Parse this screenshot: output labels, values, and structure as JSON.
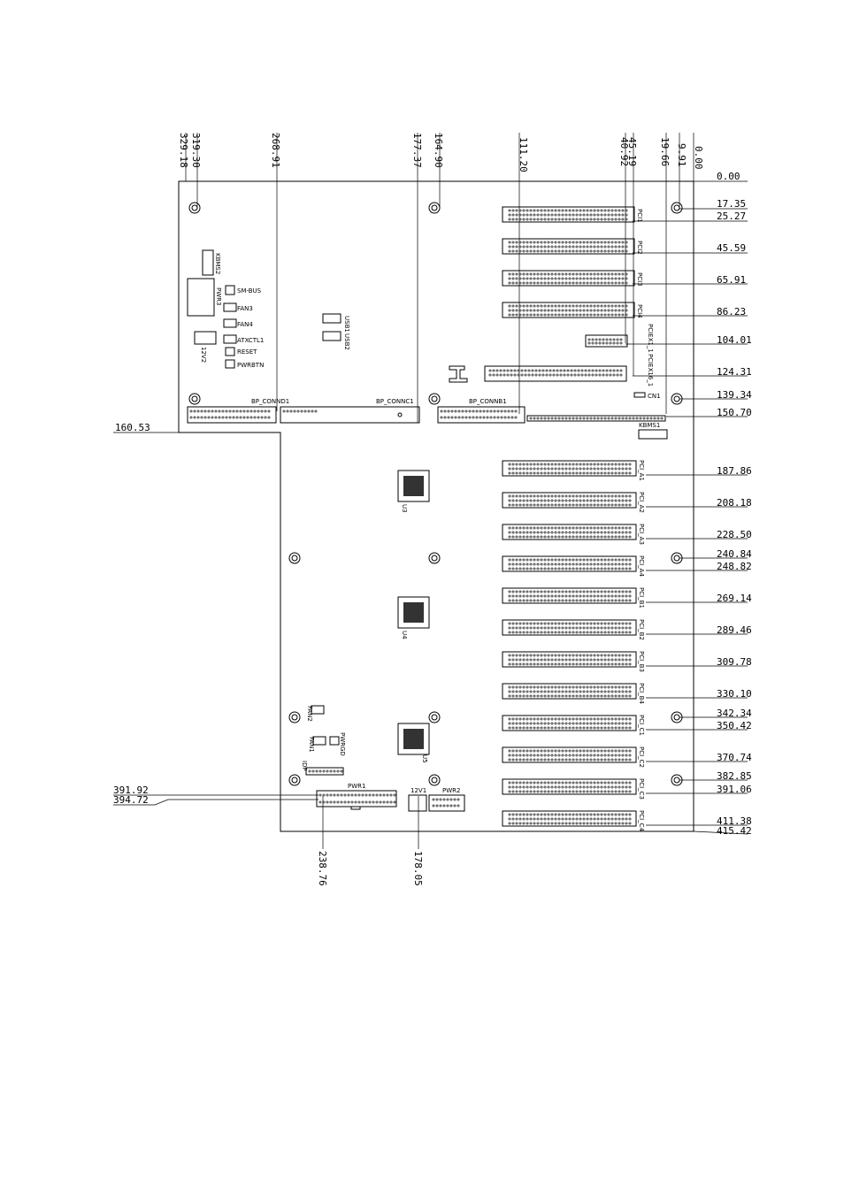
{
  "top_dimensions": [
    "329.18",
    "319.30",
    "268.91",
    "177.37",
    "164.90",
    "111.20",
    "40.92",
    "45.19",
    "19.66",
    "9.91",
    "0.00"
  ],
  "right_dimensions": [
    "0.00",
    "17.35",
    "25.27",
    "45.59",
    "65.91",
    "86.23",
    "104.01",
    "124.31",
    "139.34",
    "150.70",
    "187.86",
    "208.18",
    "228.50",
    "240.84",
    "248.82",
    "269.14",
    "289.46",
    "309.78",
    "330.10",
    "342.34",
    "350.42",
    "370.74",
    "382.85",
    "391.06",
    "411.38",
    "415.42"
  ],
  "left_dimensions": [
    "160.53",
    "391.92",
    "394.72"
  ],
  "bottom_dimensions": [
    "238.76",
    "178.05"
  ],
  "labels": {
    "bp_conn_d": "BP_CONND1",
    "bp_conn_c": "BP_CONNC1",
    "bp_conn_b": "BP_CONNB1",
    "smbus": "SM-BUS",
    "fan3": "FAN3",
    "fan4": "FAN4",
    "atxctl": "ATXCTL1",
    "reset": "RESET",
    "pwrbtn": "PWRBTN",
    "kbms2": "KBMS2",
    "kbms1": "KBMS1",
    "pwr3": "PWR3",
    "v12_2": "12V2",
    "usb1": "USB1",
    "usb2": "USB2",
    "cn1": "CN1",
    "pwr1": "PWR1",
    "pwr2": "PWR2",
    "v12_1": "12V1",
    "fan2": "FAN2",
    "fan1": "FAN1",
    "pwrgd": "PWRGD",
    "idp": "IDP",
    "u3": "U3",
    "u4": "U4",
    "u5": "U5",
    "pci_top": [
      "PCI1",
      "PCI2",
      "PCI3",
      "PCI4",
      "PCIEX1_1",
      "PCIEX16_1"
    ],
    "pci_bottom": [
      "PCI_A1",
      "PCI_A2",
      "PCI_A3",
      "PCI_A4",
      "PCI_B1",
      "PCI_B2",
      "PCI_B3",
      "PCI_B4",
      "PCI_C1",
      "PCI_C2",
      "PCI_C3",
      "PCI_C4"
    ]
  }
}
